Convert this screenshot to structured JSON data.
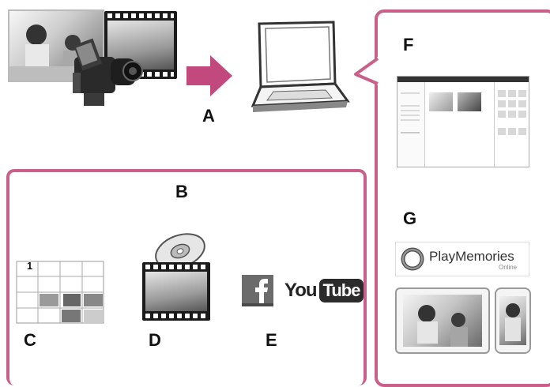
{
  "labels": {
    "a": "A",
    "b": "B",
    "c": "C",
    "d": "D",
    "e": "E",
    "f": "F",
    "g": "G"
  },
  "calendar": {
    "number": "1"
  },
  "youtube": {
    "you": "You",
    "tube": "Tube"
  },
  "playmemories": {
    "title": "PlayMemories",
    "subtitle": "Online"
  },
  "colors": {
    "frame": "#c8608a",
    "arrow": "#c2497e",
    "facebook": "#6b6b6b",
    "youtube_box": "#2b2b2b"
  }
}
